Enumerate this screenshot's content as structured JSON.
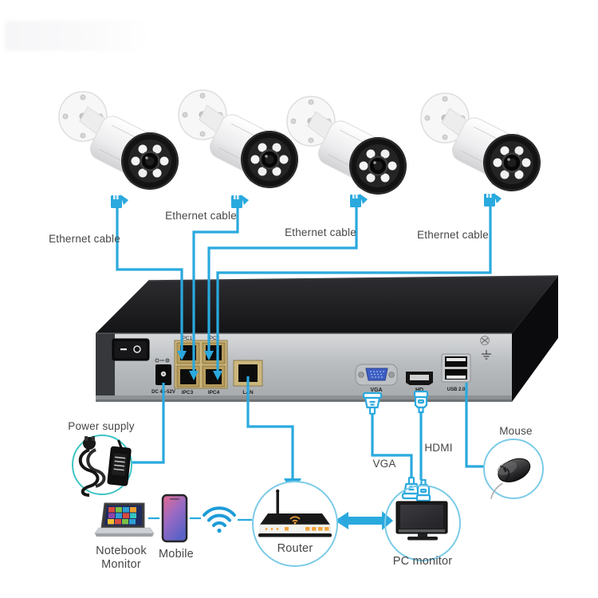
{
  "colors": {
    "cable": "#2AA9DE",
    "power_circle": "#3FC4C4",
    "device_circle": "#7CCBE8",
    "router_accent": "#F2A33C",
    "label_text": "#474747"
  },
  "cameras": [
    {
      "cable_label": "Ethernet cable"
    },
    {
      "cable_label": "Ethernet cable"
    },
    {
      "cable_label": "Ethernet cable"
    },
    {
      "cable_label": "Ethernet cable"
    }
  ],
  "nvr": {
    "ports": {
      "dc": "DC 45-52V",
      "ipc1": "IPC1",
      "ipc2": "IPC2",
      "ipc3": "IPC3",
      "ipc4": "IPC4",
      "lan": "LAN",
      "vga": "VGA",
      "hd": "HD",
      "usb": "USB 2.0"
    }
  },
  "cables": {
    "vga": "VGA",
    "hdmi": "HDMI"
  },
  "devices": {
    "power_supply": "Power supply",
    "mouse": "Mouse",
    "router": "Router",
    "pc_monitor": "PC monitor",
    "notebook_line1": "Notebook",
    "notebook_line2": "Monitor",
    "mobile": "Mobile"
  }
}
